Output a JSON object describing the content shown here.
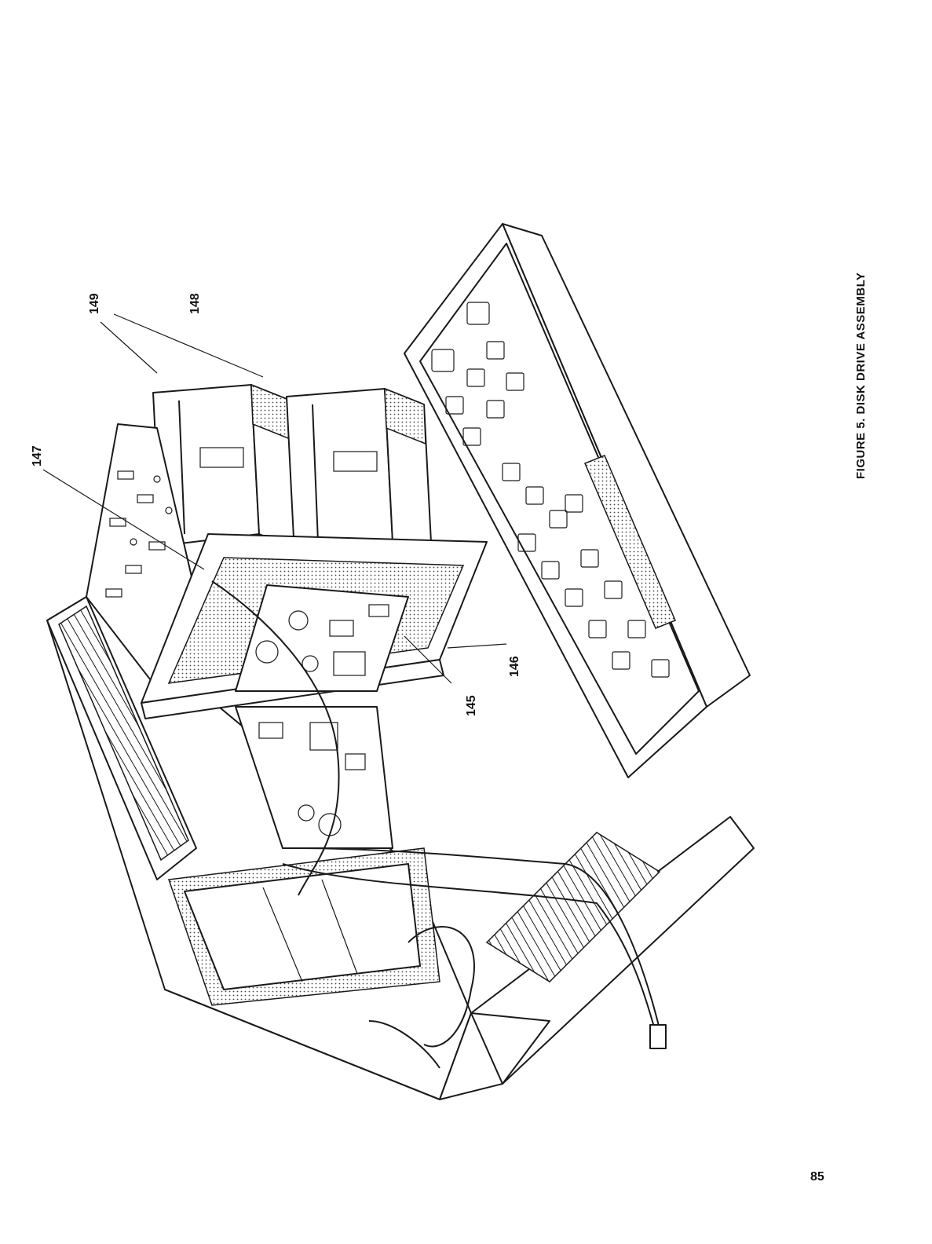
{
  "figure": {
    "caption": "FIGURE 5. DISK DRIVE ASSEMBLY",
    "callouts": [
      {
        "id": "149",
        "text": "149"
      },
      {
        "id": "148",
        "text": "148"
      },
      {
        "id": "147",
        "text": "147"
      },
      {
        "id": "146",
        "text": "146"
      },
      {
        "id": "145",
        "text": "145"
      }
    ]
  },
  "page_number": "85"
}
